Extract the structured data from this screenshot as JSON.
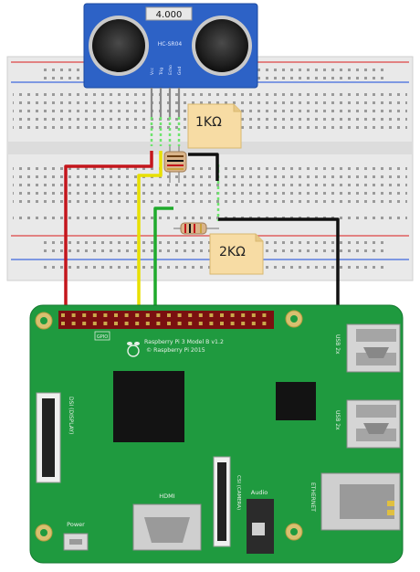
{
  "sensor": {
    "display": "4.000",
    "model": "HC-SR04",
    "pins": [
      "Vcc",
      "Trig",
      "Echo",
      "Gnd"
    ]
  },
  "resistors": {
    "r1_label": "1KΩ",
    "r2_label": "2KΩ"
  },
  "board": {
    "name_line1": "Raspberry Pi 3 Model B v1.2",
    "name_line2": "© Raspberry Pi 2015",
    "gpio_label": "GPIO",
    "usb_label_1": "USB 2x",
    "usb_label_2": "USB 2x",
    "ethernet_label": "ETHERNET",
    "hdmi_label": "HDMI",
    "audio_label": "Audio",
    "dsi_label": "DSI (DISPLAY)",
    "csi_label": "CSI (CAMERA)",
    "power_label": "Power"
  },
  "colors": {
    "wire_red": "#c4161c",
    "wire_yellow": "#e8e000",
    "wire_green": "#1faa2c",
    "wire_black": "#111111",
    "pcb": "#1f9a3f",
    "sensor_blue": "#2d62c6"
  }
}
